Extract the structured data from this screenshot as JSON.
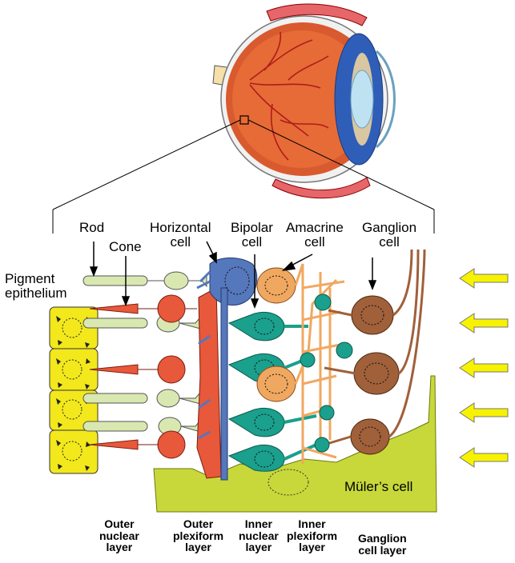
{
  "cell_labels": {
    "rod": "Rod",
    "cone": "Cone",
    "horizontal": [
      "Horizontal",
      "cell"
    ],
    "bipolar": [
      "Bipolar",
      "cell"
    ],
    "amacrine": [
      "Amacrine",
      "cell"
    ],
    "ganglion": [
      "Ganglion",
      "cell"
    ],
    "pigment": [
      "Pigment",
      "epithelium"
    ],
    "muller": "Müler’s cell"
  },
  "layer_labels": {
    "outer_nuclear": [
      "Outer",
      "nuclear",
      "layer"
    ],
    "outer_plexiform": [
      "Outer",
      "plexiform",
      "layer"
    ],
    "inner_nuclear": [
      "Inner",
      "nuclear",
      "layer"
    ],
    "inner_plexiform": [
      "Inner",
      "plexiform",
      "layer"
    ],
    "ganglion_cell": [
      "Ganglion",
      "cell layer"
    ]
  },
  "colors": {
    "pigment": "#f2e81c",
    "muller": "#c8d83a",
    "rod": "#d9e8b0",
    "cone": "#e8583a",
    "horizontal": "#5577bb",
    "bipolar": "#1aa08c",
    "amacrine": "#f0a860",
    "ganglion": "#a0603a",
    "light_arrow": "#f7f200",
    "eye_red": "#d2402a",
    "eye_blue": "#3b6ec8"
  },
  "light_arrows": {
    "count": 5,
    "icon": "arrow-left-icon"
  }
}
